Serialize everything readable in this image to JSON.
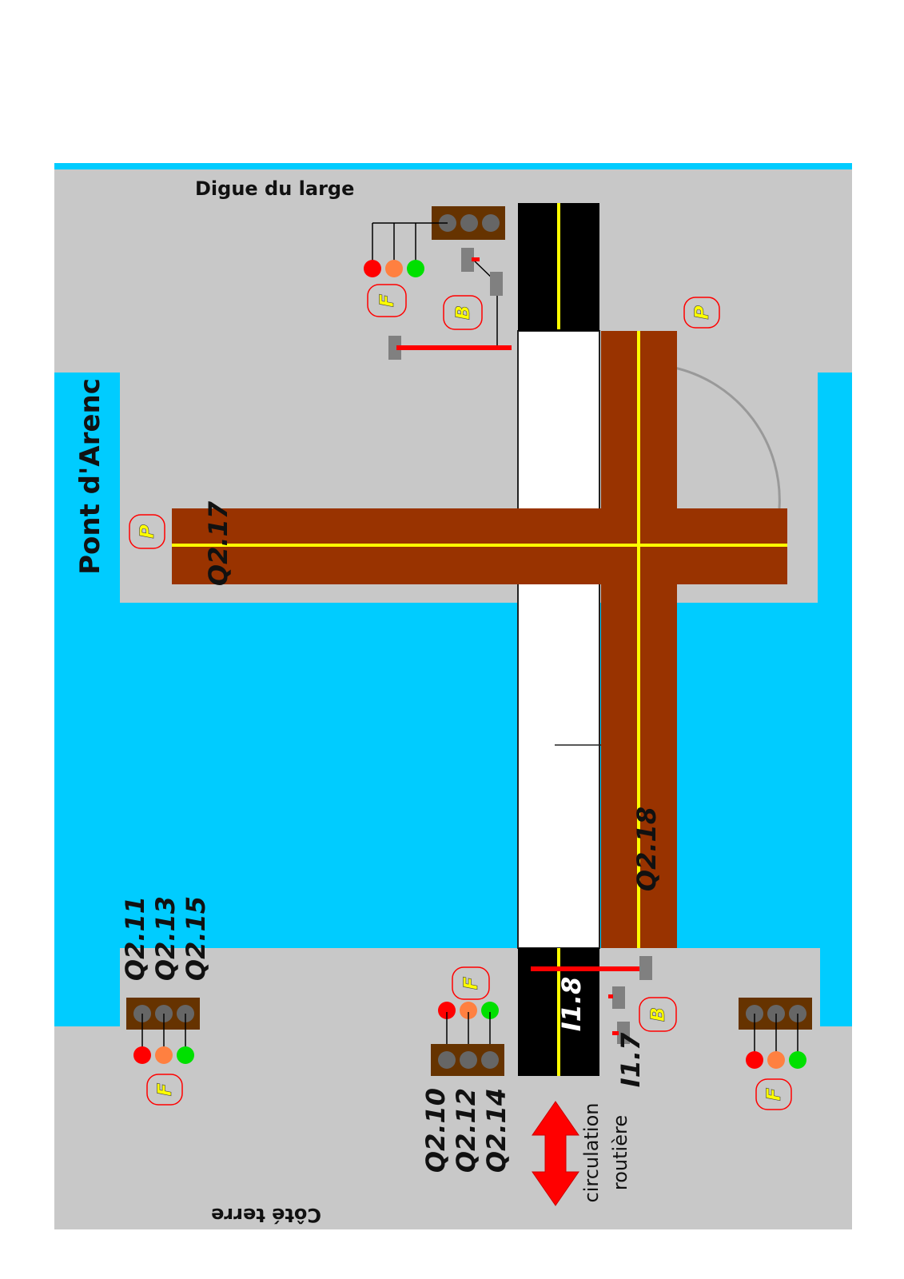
{
  "title": "Pont d'Arenc",
  "labels": {
    "digue": "Digue du large",
    "cote_terre": "Côté terre",
    "circulation_1": "circulation",
    "circulation_2": "routière"
  },
  "codes": {
    "q217": "Q2.17",
    "q218": "Q2.18",
    "i18": "I1.8",
    "i17": "I1.7",
    "q211": "Q2.11",
    "q213": "Q2.13",
    "q215": "Q2.15",
    "q210": "Q2.10",
    "q212": "Q2.12",
    "q214": "Q2.14"
  },
  "markers": {
    "feu": "F",
    "barriere": "B",
    "pont": "P"
  },
  "colors": {
    "water": "#00ccff",
    "quay": "#c8c8c8",
    "bridge": "#993300",
    "road": "#000000",
    "lane_line": "#ffff00",
    "track": "#ffffff",
    "signal_housing": "#663300",
    "lamp_off": "#666666",
    "red": "#ff0000",
    "orange": "#ff8040",
    "green": "#00e000",
    "barrier": "#ff0000",
    "barrier_post": "#808080",
    "marker_text": "#ffff00",
    "marker_border": "#ff0000"
  }
}
